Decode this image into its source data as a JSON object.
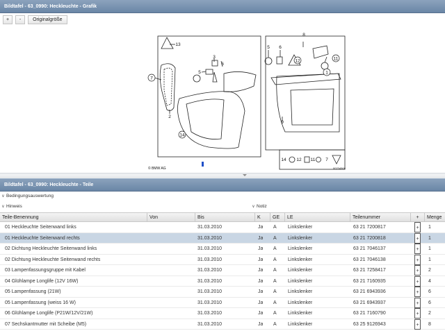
{
  "graphic_panel": {
    "title": "Bildtafel - 63_0990: Heckleuchte - Grafik",
    "toolbar": {
      "zoom_in": "+",
      "zoom_out": "-",
      "original_size": "Originalgröße"
    },
    "diagram": {
      "callouts": [
        "13",
        "7",
        "3",
        "5",
        "6",
        "2",
        "14",
        "8",
        "5",
        "6",
        "1",
        "12",
        "11",
        "9"
      ],
      "legend_numbers": [
        "14",
        "12",
        "11",
        "7"
      ],
      "copyright": "© BMW AG",
      "drawing_id": "00234568"
    }
  },
  "parts_panel": {
    "title": "Bildtafel - 63_0990: Heckleuchte - Teile",
    "sections": {
      "conditions": "Bedingungsauswertung",
      "hint": "Hinweis",
      "note": "Notiz"
    },
    "columns": [
      "Teile-Benennung",
      "Von",
      "Bis",
      "K",
      "GE",
      "LE",
      "Teilenummer",
      "+",
      "Menge"
    ],
    "rows": [
      {
        "name": "01 Heckleuchte Seitenwand links",
        "von": "",
        "bis": "31.03.2010",
        "k": "Ja",
        "ge": "A",
        "le": "Linkslenker",
        "nr": "63 21 7200817",
        "qty": "1"
      },
      {
        "name": "01 Heckleuchte Seitenwand rechts",
        "von": "",
        "bis": "31.03.2010",
        "k": "Ja",
        "ge": "A",
        "le": "Linkslenker",
        "nr": "63 21 7200818",
        "qty": "1"
      },
      {
        "name": "02 Dichtung Heckleuchte Seitenwand links",
        "von": "",
        "bis": "31.03.2010",
        "k": "Ja",
        "ge": "A",
        "le": "Linkslenker",
        "nr": "63 21 7046137",
        "qty": "1"
      },
      {
        "name": "02 Dichtung Heckleuchte Seitenwand rechts",
        "von": "",
        "bis": "31.03.2010",
        "k": "Ja",
        "ge": "A",
        "le": "Linkslenker",
        "nr": "63 21 7046138",
        "qty": "1"
      },
      {
        "name": "03 Lampenfassungsgruppe mit Kabel",
        "von": "",
        "bis": "31.03.2010",
        "k": "Ja",
        "ge": "A",
        "le": "Linkslenker",
        "nr": "63 21 7258417",
        "qty": "2"
      },
      {
        "name": "04 Glühlampe Longlife (12V 16W)",
        "von": "",
        "bis": "31.03.2010",
        "k": "Ja",
        "ge": "A",
        "le": "Linkslenker",
        "nr": "63 21 7160935",
        "qty": "4"
      },
      {
        "name": "05 Lampenfassung (21W)",
        "von": "",
        "bis": "31.03.2010",
        "k": "Ja",
        "ge": "A",
        "le": "Linkslenker",
        "nr": "63 21 6943936",
        "qty": "6"
      },
      {
        "name": "05 Lampenfassung (weiss 16 W)",
        "von": "",
        "bis": "31.03.2010",
        "k": "Ja",
        "ge": "A",
        "le": "Linkslenker",
        "nr": "63 21 6943937",
        "qty": "6"
      },
      {
        "name": "06 Glühlampe Longlife (P21W/12V/21W)",
        "von": "",
        "bis": "31.03.2010",
        "k": "Ja",
        "ge": "A",
        "le": "Linkslenker",
        "nr": "63 21 7160790",
        "qty": "2"
      },
      {
        "name": "07 Sechskantmutter mit Scheibe (M5)",
        "von": "",
        "bis": "31.03.2010",
        "k": "Ja",
        "ge": "A",
        "le": "Linkslenker",
        "nr": "63 25 9126943",
        "qty": "8"
      }
    ],
    "selected_row": 1
  }
}
